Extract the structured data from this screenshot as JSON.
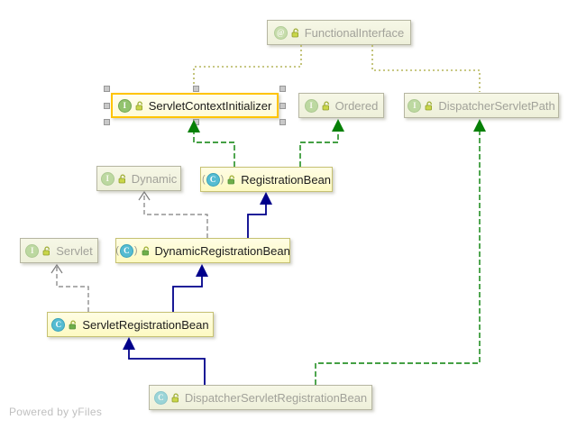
{
  "diagram": {
    "watermark": "Powered by yFiles",
    "colors": {
      "selection_border": "#ffc400",
      "extends_edge": "#00008b",
      "implements_edge": "#068006",
      "annotation_edge": "#b5b55c",
      "dimmed_implements_edge": "#7d7d7d",
      "highlight_fill": "#fdfac2",
      "dimmed_fill": "#f1f2df",
      "dimmed_text": "#a2a29a",
      "text": "#1c1c1c"
    },
    "icons": {
      "interface": "interface-circle-I",
      "class": "class-circle-C",
      "annotation": "annotation-circle-at",
      "lock": "open-padlock"
    },
    "nodes": [
      {
        "label": "FunctionalInterface",
        "type": "annotation",
        "icon_letter": "@"
      },
      {
        "label": "ServletContextInitializer",
        "type": "interface",
        "icon_letter": "I"
      },
      {
        "label": "Ordered",
        "type": "interface",
        "icon_letter": "I"
      },
      {
        "label": "DispatcherServletPath",
        "type": "interface",
        "icon_letter": "I"
      },
      {
        "label": "Dynamic",
        "type": "interface",
        "icon_letter": "I"
      },
      {
        "label": "RegistrationBean",
        "type": "abstract-class",
        "icon_letter": "C"
      },
      {
        "label": "Servlet",
        "type": "interface",
        "icon_letter": "I"
      },
      {
        "label": "DynamicRegistrationBean",
        "type": "abstract-class",
        "icon_letter": "C"
      },
      {
        "label": "ServletRegistrationBean",
        "type": "class",
        "icon_letter": "C"
      },
      {
        "label": "DispatcherServletRegistrationBean",
        "type": "class",
        "icon_letter": "C"
      }
    ]
  }
}
